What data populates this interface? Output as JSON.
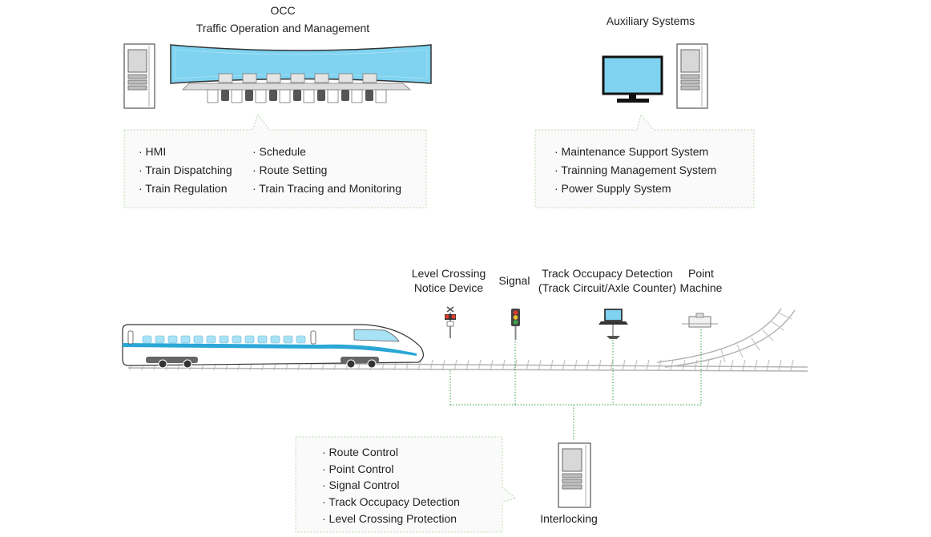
{
  "occ": {
    "title": "OCC",
    "subtitle": "Traffic Operation and  Management",
    "features_left": [
      "· HMI",
      "· Train Dispatching",
      "· Train Regulation"
    ],
    "features_right": [
      "· Schedule",
      "· Route Setting",
      "· Train Tracing and Monitoring"
    ]
  },
  "auxiliary": {
    "title": "Auxiliary Systems",
    "features": [
      "· Maintenance Support System",
      "· Trainning Management System",
      "· Power Supply System"
    ]
  },
  "trackside": {
    "level_crossing": [
      "Level Crossing",
      "Notice Device"
    ],
    "signal": "Signal",
    "track_occupancy": [
      "Track Occupacy Detection",
      "(Track Circuit/Axle Counter)"
    ],
    "point_machine": [
      "Point",
      "Machine"
    ]
  },
  "interlocking": {
    "label": "Interlocking",
    "features": [
      "· Route Control",
      "· Point Control",
      "· Signal Control",
      "· Track Occupacy Detection",
      "· Level Crossing Protection"
    ]
  },
  "colors": {
    "screen": "#7fd3f0",
    "callout_border": "#b9d9b0",
    "link_line": "#3aa64a",
    "train_stripe": "#2aa7d6",
    "rail": "#b8b8b8"
  }
}
